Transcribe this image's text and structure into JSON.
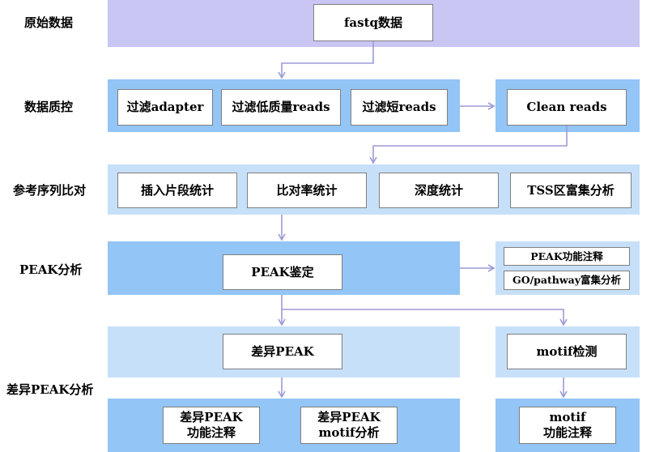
{
  "colors": {
    "band_purple": "#c9c6f4",
    "band_blue": "#93c5f6",
    "band_lightblue": "#c7e0f9",
    "arrow": "#9b9bd8",
    "box_border": "#7f7f7f"
  },
  "stages": {
    "raw": "原始数据",
    "qc": "数据质控",
    "align": "参考序列比对",
    "peak": "PEAK分析",
    "diff": "差异PEAK分析"
  },
  "nodes": {
    "fastq": "fastq数据",
    "filter_adapter": "过滤adapter",
    "filter_lowq": "过滤低质量reads",
    "filter_short": "过滤短reads",
    "clean_reads": "Clean reads",
    "insert_stats": "插入片段统计",
    "align_rate": "比对率统计",
    "depth_stats": "深度统计",
    "tss": "TSS区富集分析",
    "peak_call": "PEAK鉴定",
    "peak_annot": "PEAK功能注释",
    "go_pathway": "GO/pathway富集分析",
    "diff_peak": "差异PEAK",
    "motif_detect": "motif检测",
    "diff_func_1": "差异PEAK",
    "diff_func_2": "功能注释",
    "diff_motif_1": "差异PEAK",
    "diff_motif_2": "motif分析",
    "motif_annot_1": "motif",
    "motif_annot_2": "功能注释"
  }
}
